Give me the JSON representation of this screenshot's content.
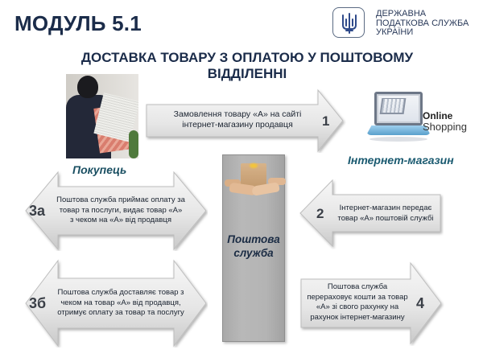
{
  "header": {
    "module": "МОДУЛЬ 5.1",
    "title_line1": "ДОСТАВКА ТОВАРУ З ОПЛАТОЮ У ПОШТОВОМУ",
    "title_line2": "ВІДДІЛЕННІ"
  },
  "logo": {
    "icon": "tryzub-icon",
    "line1": "ДЕРЖАВНА",
    "line2": "ПОДАТКОВА СЛУЖБА",
    "line3": "УКРАЇНИ"
  },
  "actors": {
    "buyer": "Покупець",
    "shop": "Інтернет-магазин",
    "post": [
      "Поштова",
      "служба"
    ],
    "online_shopping": [
      "Online",
      "Shopping"
    ]
  },
  "steps": [
    {
      "num": "1",
      "direction": "right",
      "lines": [
        "Замовлення товару «А» на сайті",
        "інтернет-магазину продавця"
      ]
    },
    {
      "num": "2",
      "direction": "left",
      "lines": [
        "Інтернет-магазин передає",
        "товар «А» поштовій службі"
      ]
    },
    {
      "num": "3а",
      "direction": "both",
      "lines": [
        "Поштова служба приймає оплату за",
        "товар та послуги,  видає товар «А»",
        "з чеком на «А» від продавця"
      ]
    },
    {
      "num": "3б",
      "direction": "both",
      "lines": [
        "Поштова служба доставляє товар з",
        "чеком на товар «А» від продавця,",
        "отримує оплату за товар та послугу"
      ]
    },
    {
      "num": "4",
      "direction": "right",
      "lines": [
        "Поштова служба",
        "перераховує кошти за товар",
        "«А» зі свого  рахунку на",
        "рахунок інтернет-магазину"
      ]
    }
  ],
  "colors": {
    "title": "#1b2c4a",
    "caption": "#1a4f62",
    "arrow_fill_light": "#f4f4f4",
    "arrow_fill_dark": "#cfcfcf",
    "post_column": "#b0b0b0"
  }
}
